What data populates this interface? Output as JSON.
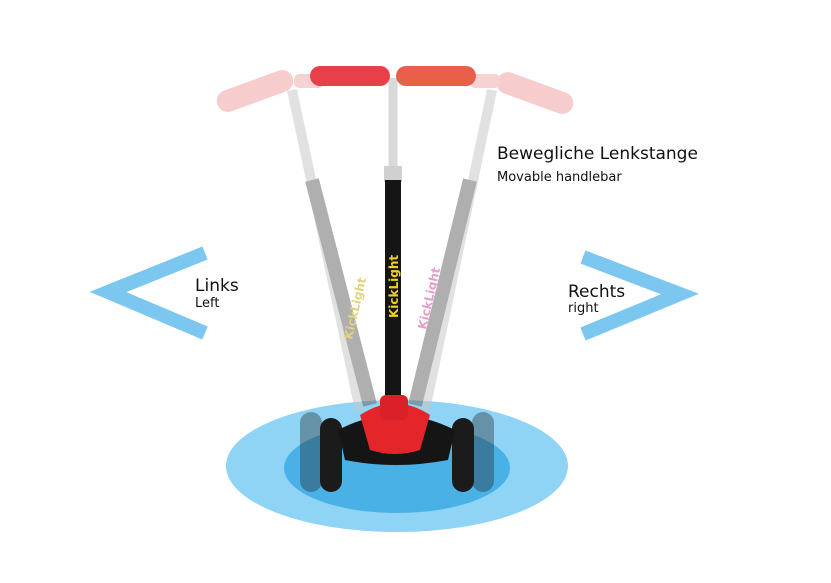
{
  "labels": {
    "handlebar_de": "Bewegliche Lenkstange",
    "handlebar_en": "Movable handlebar",
    "left_de": "Links",
    "left_en": "Left",
    "right_de": "Rechts",
    "right_en": "right"
  },
  "brand": {
    "logo_text": "KickLight"
  },
  "colors": {
    "arrow": "#7cc7f0",
    "ellipse_outer": "#8fd3f5",
    "ellipse_inner": "#4ab1e6",
    "grip_active": "#e8404a",
    "grip_faded": "#f0a3a3",
    "deck": "#e4262b",
    "stem_active": "#151515",
    "stem_faded": "#8a8a8a"
  },
  "icons": [
    "left-arrow-icon",
    "right-arrow-icon"
  ]
}
